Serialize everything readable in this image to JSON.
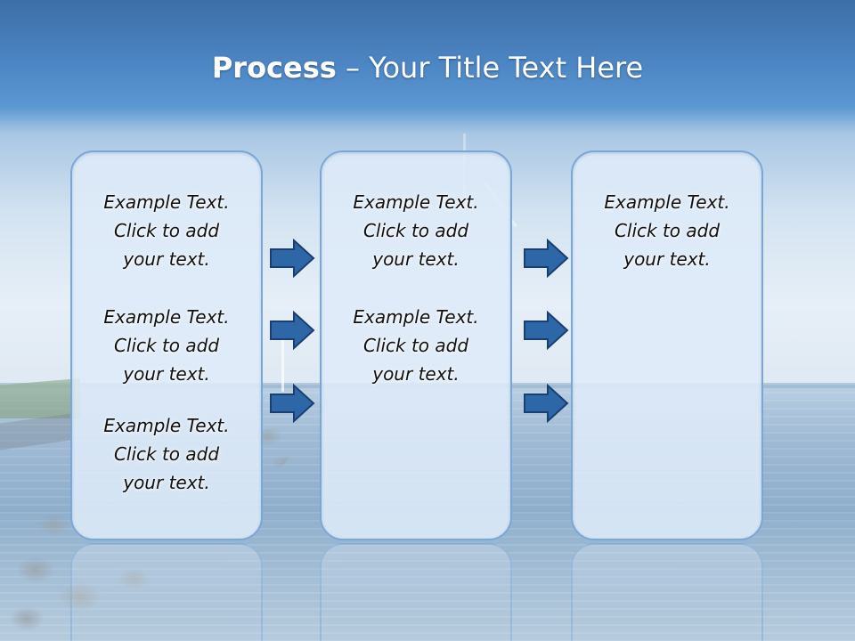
{
  "title": {
    "bold": "Process",
    "rest": " – Your Title Text Here"
  },
  "columns": [
    {
      "items": [
        {
          "line1": "Example Text.",
          "line2": "Click  to add",
          "line3": "your text."
        },
        {
          "line1": "Example Text.",
          "line2": "Click  to add",
          "line3": "your text."
        },
        {
          "line1": "Example Text.",
          "line2": "Click  to add",
          "line3": "your text."
        }
      ]
    },
    {
      "items": [
        {
          "line1": "Example Text.",
          "line2": "Click  to add",
          "line3": "your text."
        },
        {
          "line1": "Example Text.",
          "line2": "Click  to add",
          "line3": "your text."
        }
      ]
    },
    {
      "items": [
        {
          "line1": "Example Text.",
          "line2": "Click  to add",
          "line3": "your text."
        }
      ]
    }
  ],
  "arrows": {
    "group_1_count": 3,
    "group_2_count": 3,
    "icon": "arrow-right-icon",
    "fill": "#2e67a8",
    "stroke": "#1a3f6e"
  },
  "colors": {
    "title_bar": "#4c85c3",
    "box_border": "#7aa6d8",
    "box_fill": "#deebf8"
  }
}
